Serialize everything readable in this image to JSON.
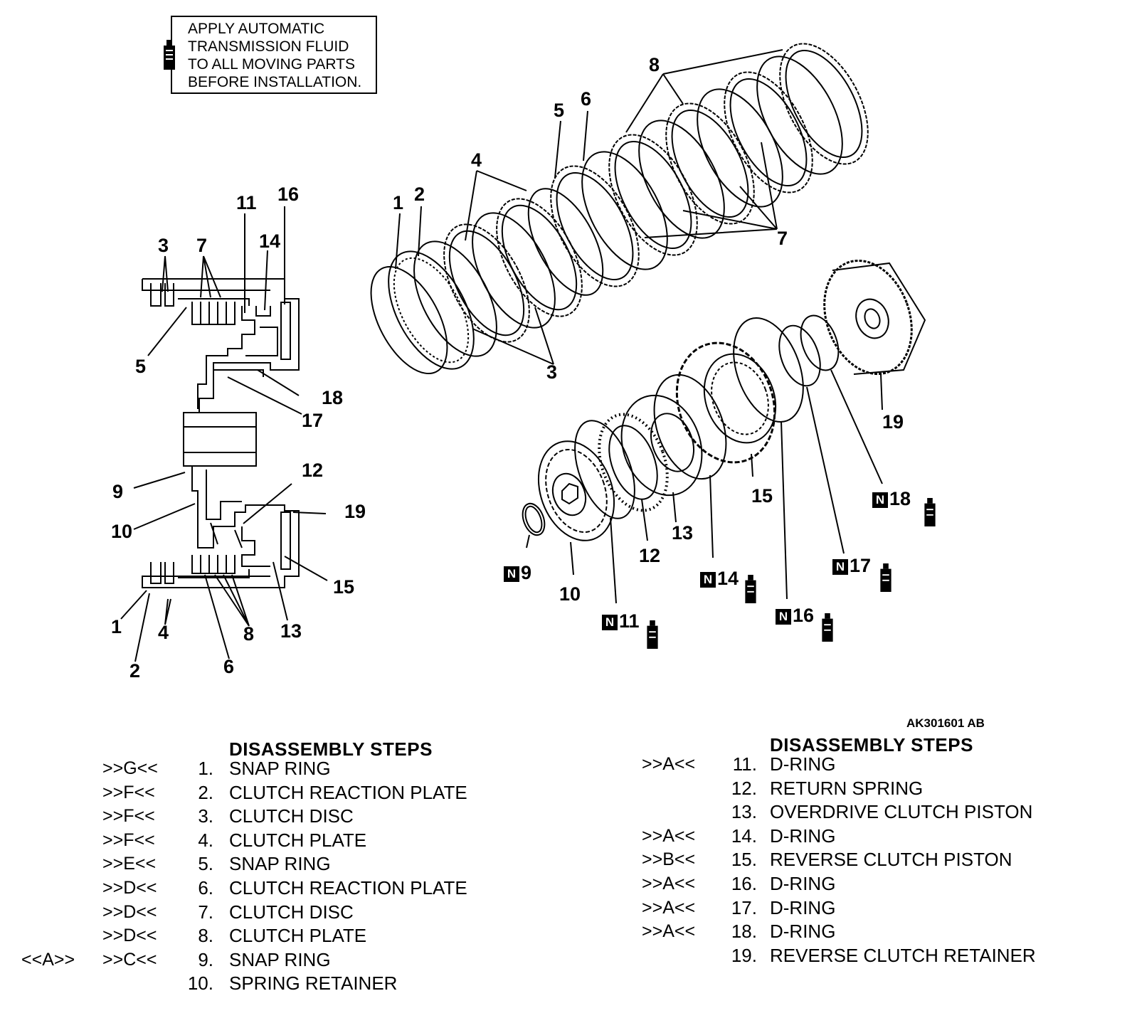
{
  "note": {
    "lines": [
      "APPLY AUTOMATIC",
      "TRANSMISSION FLUID",
      "TO ALL MOVING PARTS",
      "BEFORE INSTALLATION."
    ],
    "icon": "atf-bottle-icon"
  },
  "figure_id": "AK301601 AB",
  "section_callouts": [
    "1",
    "2",
    "3",
    "4",
    "5",
    "6",
    "7",
    "8",
    "9",
    "10",
    "11",
    "12",
    "13",
    "14",
    "15",
    "16",
    "17",
    "18",
    "19"
  ],
  "exploded_callouts": {
    "c1": "1",
    "c2": "2",
    "c3": "3",
    "c4": "4",
    "c5": "5",
    "c6": "6",
    "c7": "7",
    "c8": "8",
    "c9": "9",
    "c10": "10",
    "c11": "11",
    "c12": "12",
    "c13": "13",
    "c14": "14",
    "c15": "15",
    "c16": "16",
    "c17": "17",
    "c18": "18",
    "c19": "19",
    "tag": "N"
  },
  "steps_left": {
    "title": "DISASSEMBLY STEPS",
    "rows": [
      {
        "pre": "",
        "code": ">>G<<",
        "num": "1.",
        "label": "SNAP RING"
      },
      {
        "pre": "",
        "code": ">>F<<",
        "num": "2.",
        "label": "CLUTCH REACTION PLATE"
      },
      {
        "pre": "",
        "code": ">>F<<",
        "num": "3.",
        "label": "CLUTCH DISC"
      },
      {
        "pre": "",
        "code": ">>F<<",
        "num": "4.",
        "label": "CLUTCH PLATE"
      },
      {
        "pre": "",
        "code": ">>E<<",
        "num": "5.",
        "label": "SNAP RING"
      },
      {
        "pre": "",
        "code": ">>D<<",
        "num": "6.",
        "label": "CLUTCH REACTION PLATE"
      },
      {
        "pre": "",
        "code": ">>D<<",
        "num": "7.",
        "label": "CLUTCH DISC"
      },
      {
        "pre": "",
        "code": ">>D<<",
        "num": "8.",
        "label": "CLUTCH PLATE"
      },
      {
        "pre": "<<A>>",
        "code": ">>C<<",
        "num": "9.",
        "label": "SNAP RING"
      },
      {
        "pre": "",
        "code": "",
        "num": "10.",
        "label": "SPRING RETAINER"
      }
    ]
  },
  "steps_right": {
    "title": "DISASSEMBLY STEPS",
    "rows": [
      {
        "code": ">>A<<",
        "num": "11.",
        "label": "D-RING"
      },
      {
        "code": "",
        "num": "12.",
        "label": "RETURN SPRING"
      },
      {
        "code": "",
        "num": "13.",
        "label": "OVERDRIVE CLUTCH PISTON"
      },
      {
        "code": ">>A<<",
        "num": "14.",
        "label": "D-RING"
      },
      {
        "code": ">>B<<",
        "num": "15.",
        "label": "REVERSE CLUTCH PISTON"
      },
      {
        "code": ">>A<<",
        "num": "16.",
        "label": "D-RING"
      },
      {
        "code": ">>A<<",
        "num": "17.",
        "label": "D-RING"
      },
      {
        "code": ">>A<<",
        "num": "18.",
        "label": "D-RING"
      },
      {
        "code": "",
        "num": "19.",
        "label": "REVERSE CLUTCH RETAINER"
      }
    ]
  }
}
